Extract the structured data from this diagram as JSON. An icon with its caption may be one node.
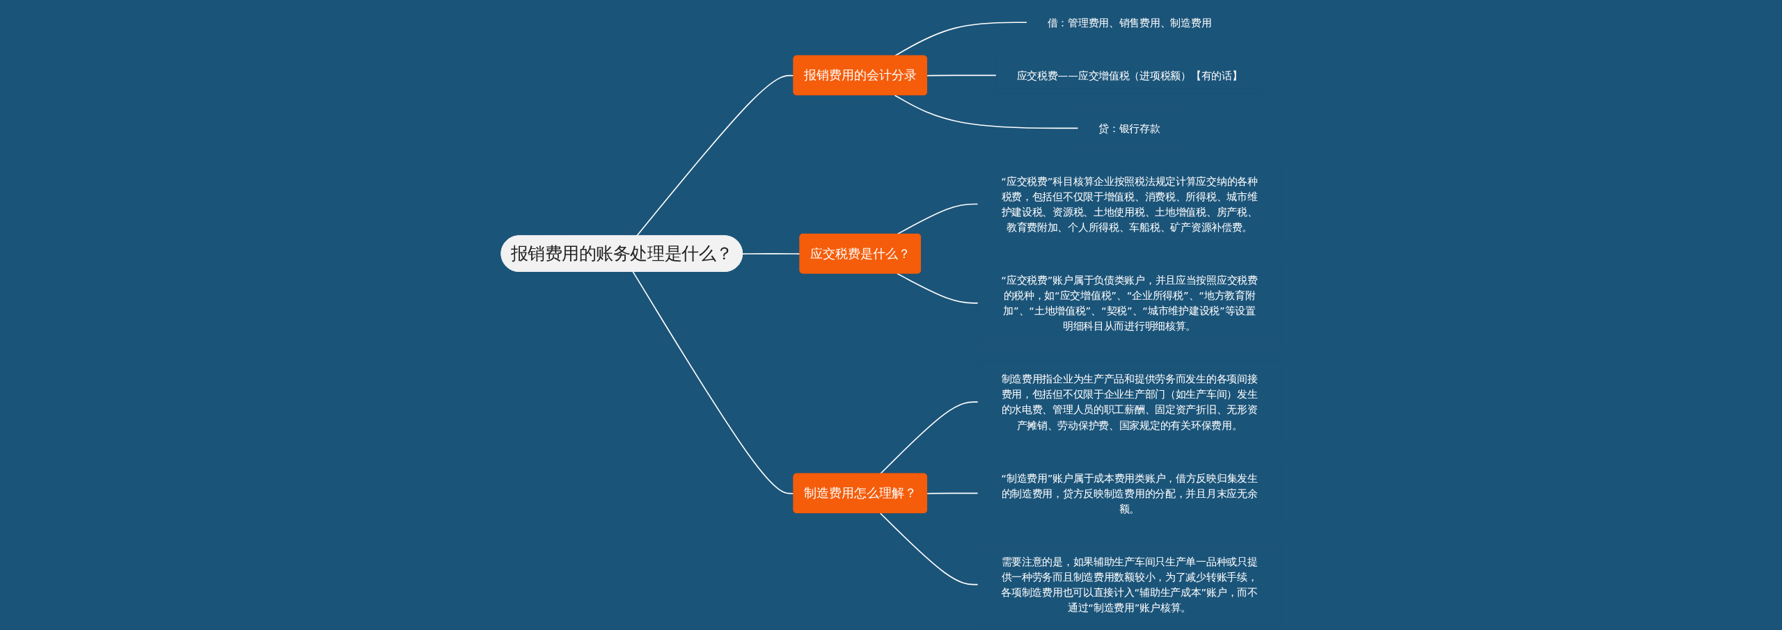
{
  "diagram": {
    "nodes": [
      {
        "text": [
          "报销费用的账务处理是什么？"
        ]
      },
      {
        "text": [
          "报销费用的会计分录"
        ]
      },
      {
        "text": [
          "借：管理费用、销售费用、制造费用"
        ]
      },
      {
        "text": [
          "应交税费——应交增值税（进项税额）【有的话】"
        ]
      },
      {
        "text": [
          "贷：银行存款"
        ]
      },
      {
        "text": [
          "应交税费是什么？"
        ]
      },
      {
        "text": [
          "“应交税费”科目核算企业按照税法规定计算应交纳的各种税费，包括但不仅限于增值税、消费税、所得税、城市维护建设税、资源税、土地使用税、土地增值税、房产税、教育费附加、个人所得税、车船税、矿产资源补偿费。"
        ]
      },
      {
        "text": [
          "“应交税费”账户属于负债类账户，并且应当按照应交税费的税种，如“应交增值税”、“企业所得税”、“地方教育附加”、“土地增值税”、“契税”、“城市维护建设税”等设置明细科目从而进行明细核算。"
        ]
      },
      {
        "text": [
          "制造费用怎么理解？"
        ]
      },
      {
        "text": [
          "制造费用指企业为生产产品和提供劳务而发生的各项间接费用，包括但不仅限于企业生产部门（如生产车间）发生的水电费、管理人员的职工薪酬、固定资产折旧、无形资产摊销、劳动保护费、国家规定的有关环保费用。"
        ]
      },
      {
        "text": [
          "“制造费用”账户属于成本费用类账户，借方反映归集发生的制造费用，贷方反映制造费用的分配，并且月末应无余额。"
        ]
      },
      {
        "text": [
          "需要注意的是，如果辅助生产车间只生产单一品种或只提供一种劳务而且制造费用数额较小，为了减少转账手续，各项制造费用也可以直接计入“辅助生产成本”账户，而不通过“制造费用”账户核算。"
        ]
      }
    ],
    "edges": [
      {
        "from": 0,
        "to": 1,
        "arrow": "none"
      },
      {
        "from": 1,
        "to": 2,
        "arrow": "none"
      },
      {
        "from": 1,
        "to": 3,
        "arrow": "none"
      },
      {
        "from": 1,
        "to": 4,
        "arrow": "none"
      },
      {
        "from": 0,
        "to": 5,
        "arrow": "none"
      },
      {
        "from": 5,
        "to": 6,
        "arrow": "none"
      },
      {
        "from": 5,
        "to": 7,
        "arrow": "none"
      },
      {
        "from": 0,
        "to": 8,
        "arrow": "none"
      },
      {
        "from": 8,
        "to": 9,
        "arrow": "none"
      },
      {
        "from": 8,
        "to": 10,
        "arrow": "none"
      },
      {
        "from": 8,
        "to": 11,
        "arrow": "none"
      }
    ]
  }
}
